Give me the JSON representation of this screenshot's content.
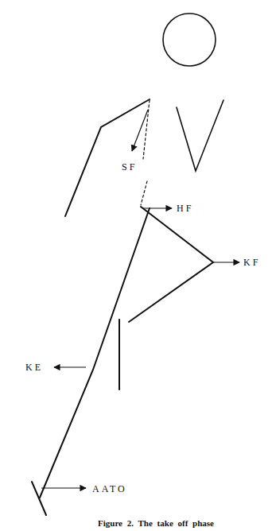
{
  "diagram": {
    "caption": "Figure 2. The take off phase",
    "labels": [
      "SF",
      "HF",
      "KF",
      "KE",
      "AATO"
    ]
  }
}
